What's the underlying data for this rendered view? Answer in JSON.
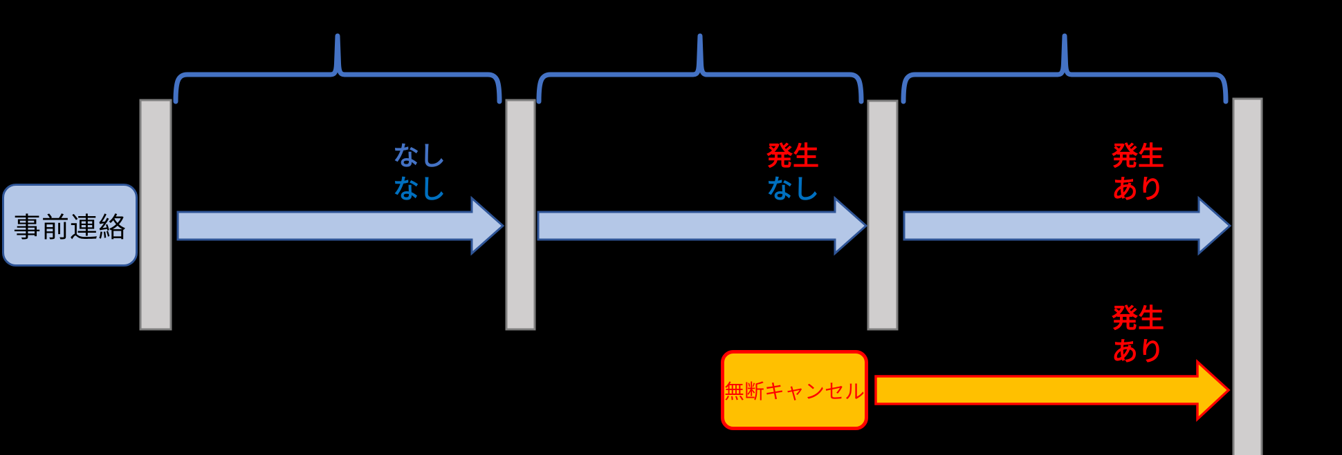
{
  "colors": {
    "background": "#000000",
    "brace": "#4472C4",
    "bar_fill": "#D0CECE",
    "bar_border": "#7F7F7F",
    "blue_arrow_fill": "#B4C7E7",
    "blue_arrow_border": "#2F5597",
    "orange_arrow_fill": "#FFC000",
    "orange_arrow_border": "#FF0000",
    "start_box_fill": "#B4C7E7",
    "start_box_border": "#2F5597",
    "start_box_text": "#000000",
    "cancel_box_fill": "#FFC000",
    "cancel_box_border": "#FF0000",
    "cancel_box_text": "#FF0000"
  },
  "start_box": {
    "label": "事前連絡"
  },
  "cancel_box": {
    "label": "無断キャンセル"
  },
  "segments": [
    {
      "line1": "なし",
      "line1_color": "#4472C4",
      "line2": "なし",
      "line2_color": "#0070C0"
    },
    {
      "line1": "発生",
      "line1_color": "#FF0000",
      "line2": "なし",
      "line2_color": "#0070C0"
    },
    {
      "line1": "発生",
      "line1_color": "#FF0000",
      "line2": "あり",
      "line2_color": "#FF0000"
    },
    {
      "line1": "発生",
      "line1_color": "#FF0000",
      "line2": "あり",
      "line2_color": "#FF0000"
    }
  ]
}
